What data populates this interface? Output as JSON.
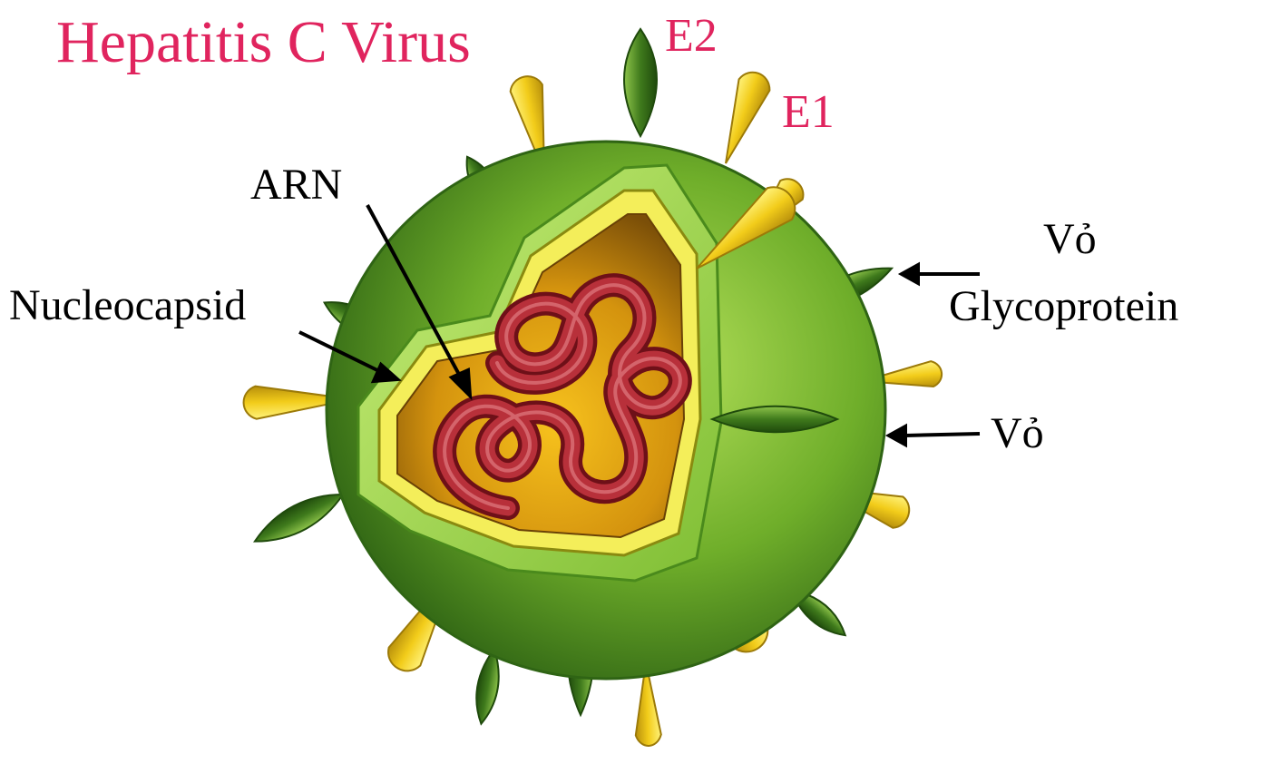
{
  "title": "Hepatitis C Virus",
  "labels": {
    "e2": "E2",
    "e1": "E1",
    "rna": "ARN",
    "nucleocapsid": "Nucleocapsid",
    "envelope_line1": "Vỏ",
    "envelope_line2": "Glycoprotein",
    "envelope": "Vỏ"
  },
  "colors": {
    "label_accent": "#e0245e",
    "envelope_green": "#5c9a1e",
    "envelope_light": "#a6d84a",
    "spike_yellow": "#f2cc1a",
    "spike_green": "#3f7a1c",
    "capsid_yellow": "#f4ee5a",
    "interior_gold": "#c98f0e",
    "rna_red": "#a8202c"
  }
}
